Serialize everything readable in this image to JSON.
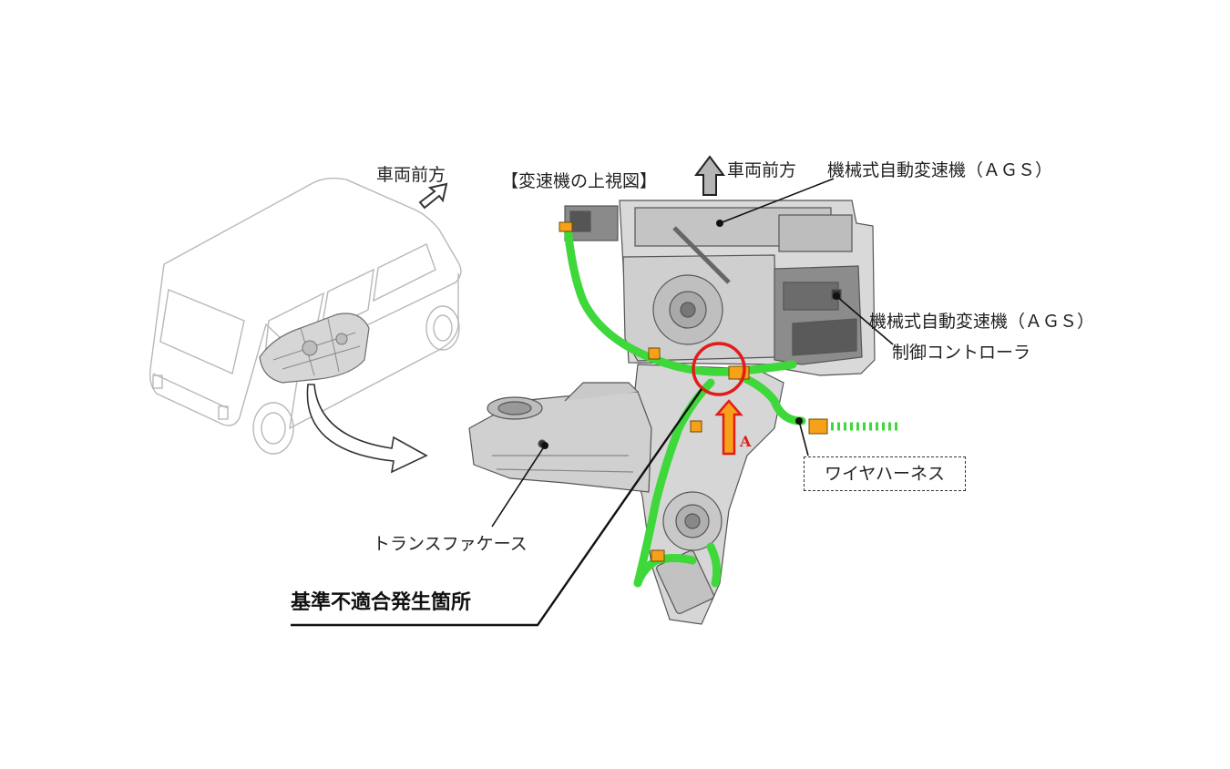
{
  "labels": {
    "vehicle_front_left": "車両前方",
    "top_view_title": "【変速機の上視図】",
    "vehicle_front_center": "車両前方",
    "ags": "機械式自動変速機（ＡＧＳ）",
    "ags_controller_line1": "機械式自動変速機（ＡＧＳ）",
    "ags_controller_line2": "制御コントローラ",
    "wire_harness": "ワイヤハーネス",
    "transfer_case": "トランスファケース",
    "defect_location": "基準不適合発生箇所",
    "view_marker": "A"
  },
  "colors": {
    "harness_green": "#3ed83a",
    "highlight_red": "#e21b1b",
    "arrow_orange": "#f7a11a",
    "line_art": "#9a9a9a"
  }
}
